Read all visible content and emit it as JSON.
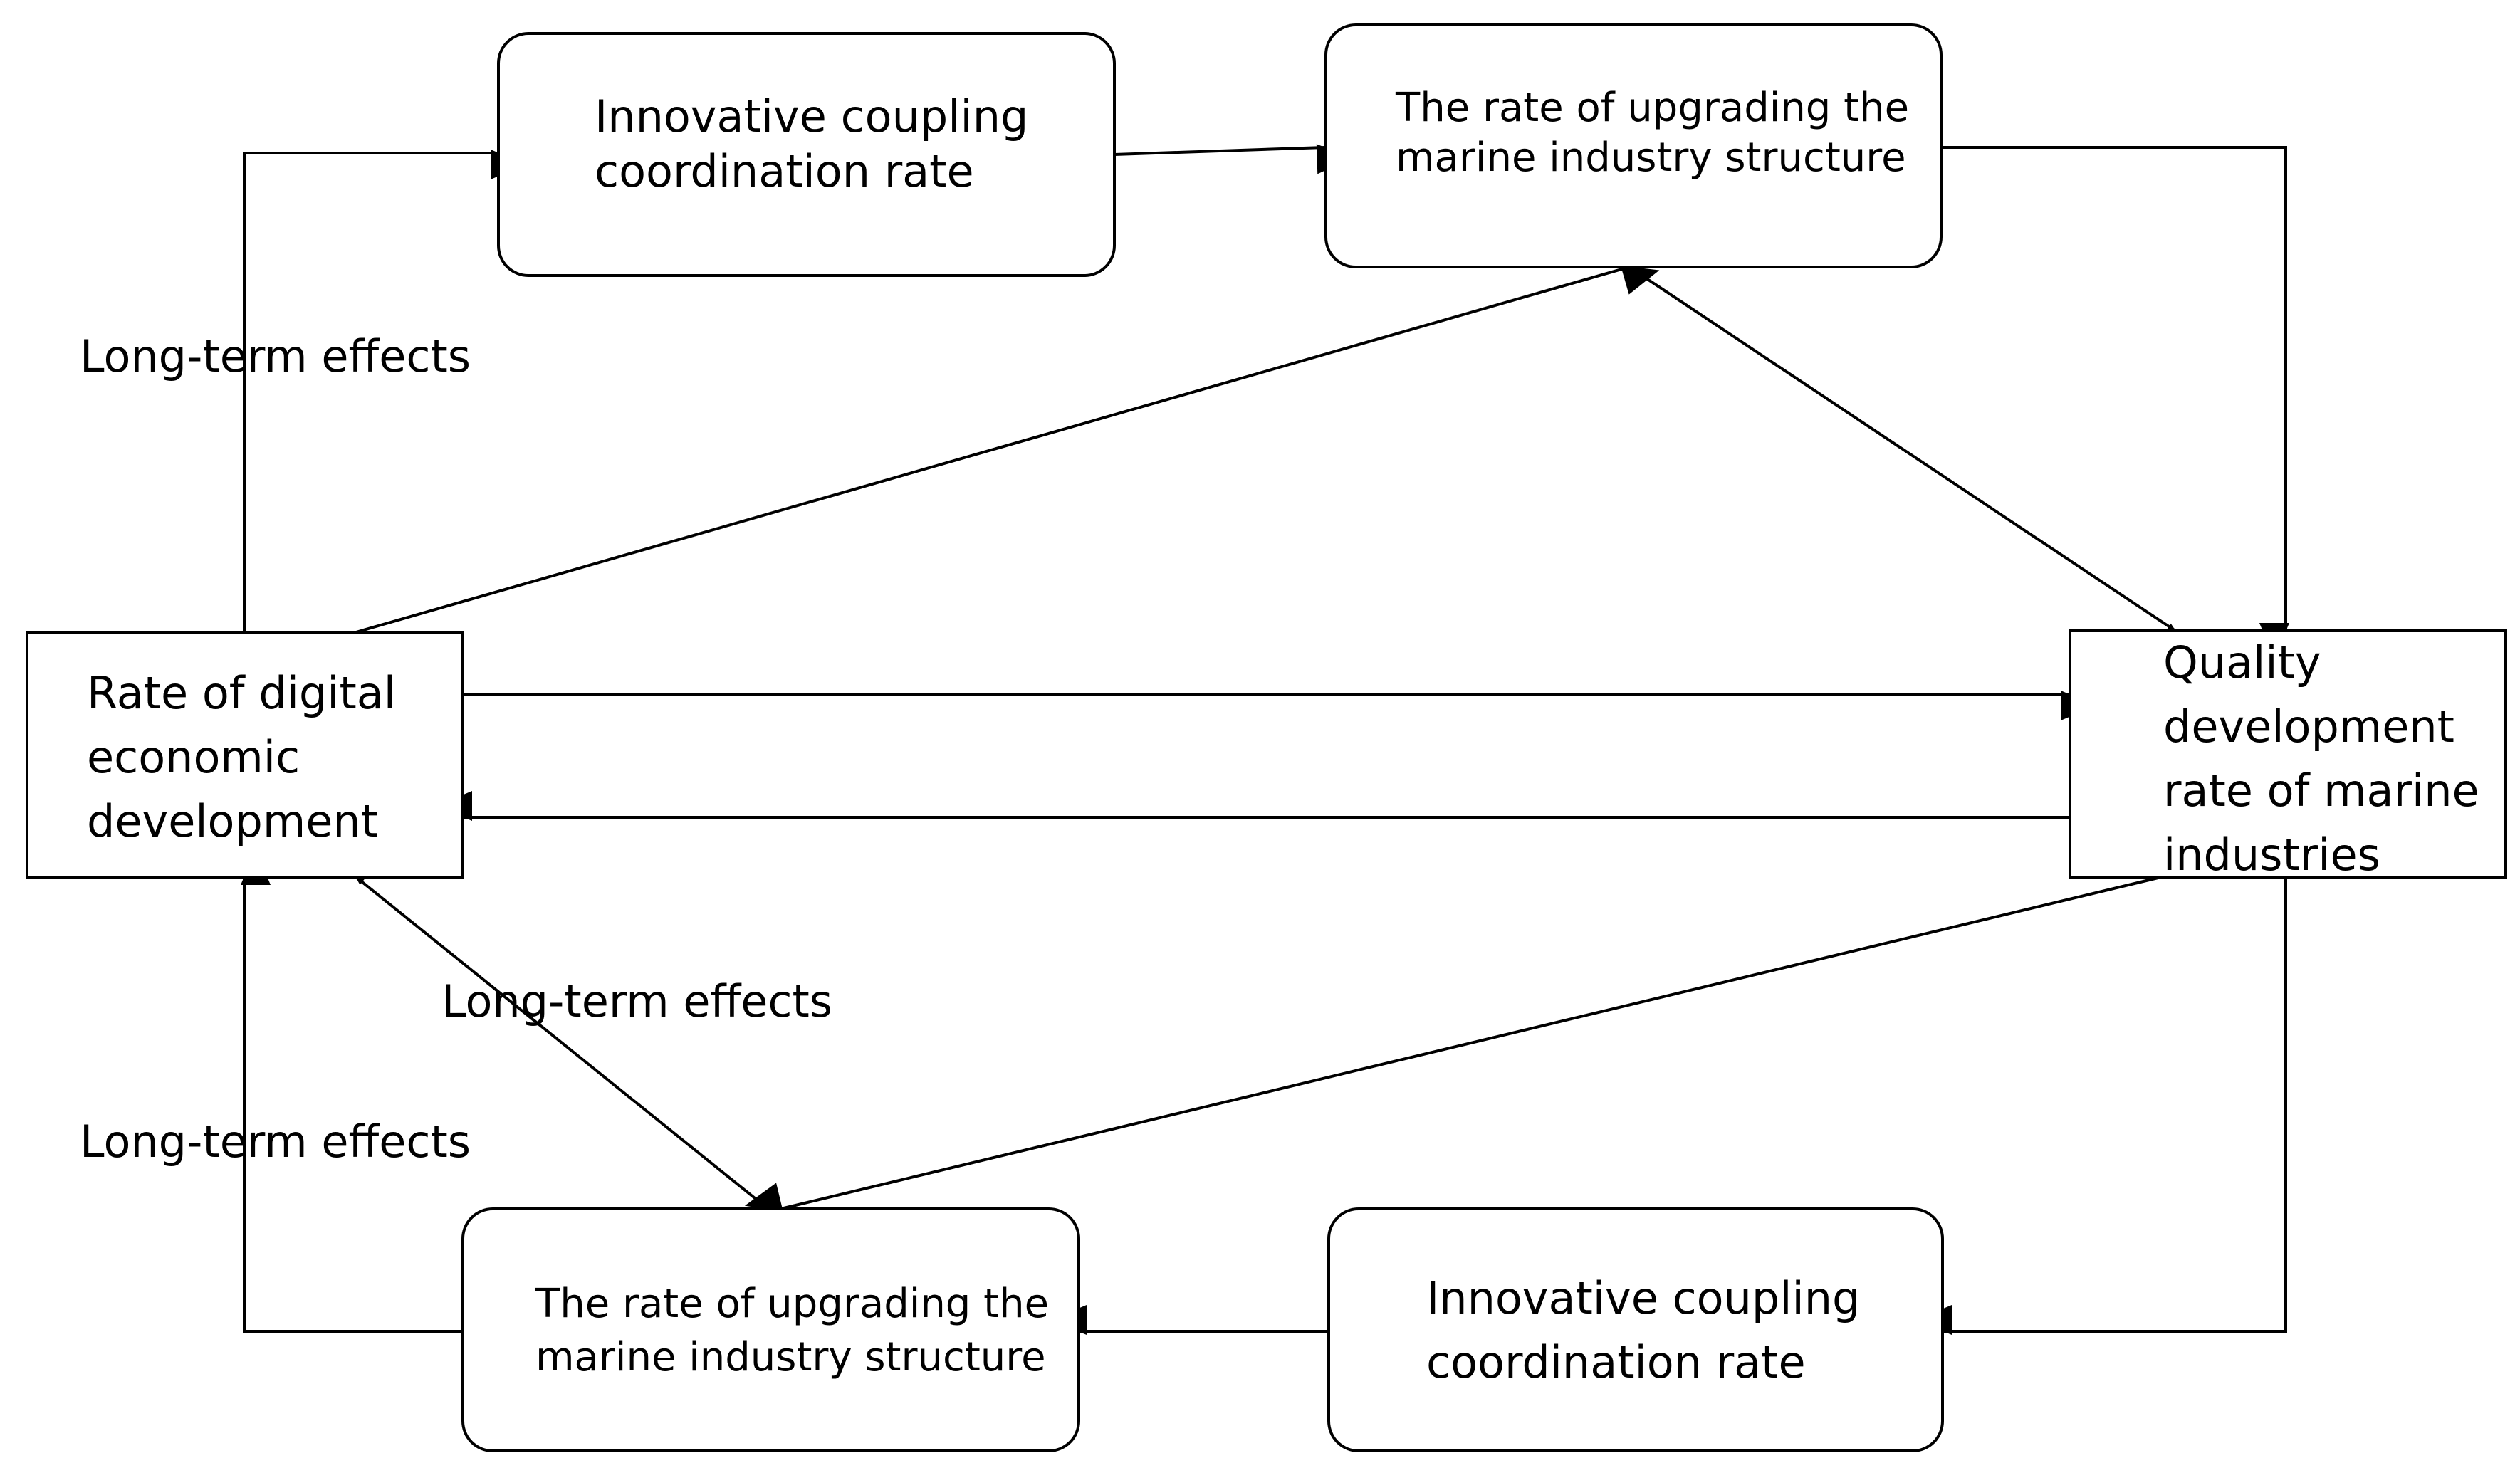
{
  "diagram": {
    "nodes": {
      "innovative_top": {
        "lines": [
          "Innovative coupling",
          "coordination rate"
        ]
      },
      "upgrading_top": {
        "lines": [
          "The rate of upgrading the",
          "marine industry structure"
        ]
      },
      "digital": {
        "lines": [
          "Rate of digital",
          "economic",
          "development"
        ]
      },
      "quality": {
        "lines": [
          "Quality",
          "development",
          "rate of marine",
          "industries"
        ]
      },
      "upgrading_bottom": {
        "lines": [
          "The rate of upgrading the",
          "marine industry structure"
        ]
      },
      "innovative_bottom": {
        "lines": [
          "Innovative coupling",
          "coordination rate"
        ]
      }
    },
    "edge_labels": {
      "top_left": "Long-term effects",
      "middle": "Long-term effects",
      "bottom_left": "Long-term effects"
    },
    "colors": {
      "stroke": "#000000",
      "fill": "#ffffff",
      "text": "#000000"
    }
  }
}
